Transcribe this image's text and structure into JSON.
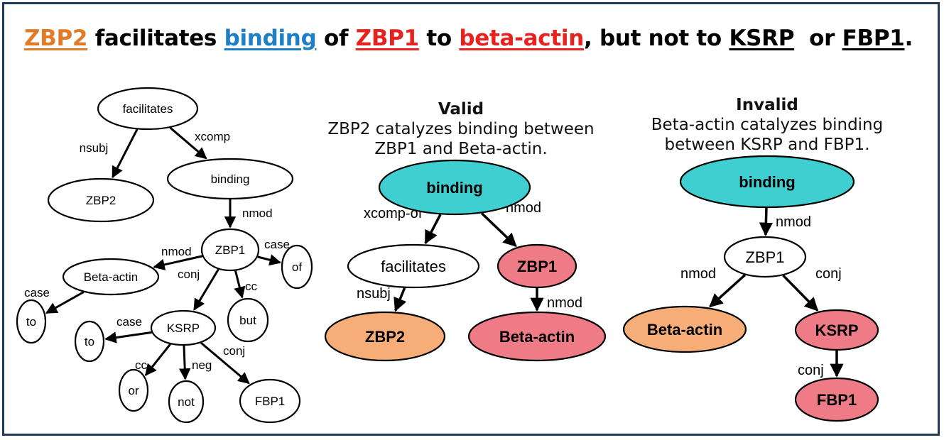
{
  "headline": [
    {
      "text": "ZBP2",
      "color": "#e07b2a",
      "underline": true
    },
    {
      "text": " facilitates ",
      "color": "#000000",
      "underline": false
    },
    {
      "text": "binding",
      "color": "#1f7fc4",
      "underline": true
    },
    {
      "text": " of ",
      "color": "#000000",
      "underline": false
    },
    {
      "text": "ZBP1",
      "color": "#e8231f",
      "underline": true
    },
    {
      "text": " to ",
      "color": "#000000",
      "underline": false
    },
    {
      "text": "beta-actin",
      "color": "#e8231f",
      "underline": true
    },
    {
      "text": ", but not to ",
      "color": "#000000",
      "underline": false
    },
    {
      "text": "KSRP",
      "color": "#000000",
      "underline": true
    },
    {
      "text": "  or ",
      "color": "#000000",
      "underline": false
    },
    {
      "text": "FBP1",
      "color": "#000000",
      "underline": true
    },
    {
      "text": ".",
      "color": "#000000",
      "underline": false
    }
  ],
  "valid_panel": {
    "title": "Valid",
    "line1": "ZBP2 catalyzes binding between",
    "line2": "ZBP1 and Beta-actin."
  },
  "invalid_panel": {
    "title": "Invalid",
    "line1": "Beta-actin catalyzes binding",
    "line2": "between KSRP and FBP1."
  },
  "colors": {
    "teal": "#40cfd0",
    "orange": "#f6ad78",
    "pink": "#ee7b86",
    "white": "#ffffff",
    "frame": "#1f3b5a"
  },
  "graphs": {
    "parse_tree": {
      "nodes": [
        {
          "id": "facilitates",
          "label": "facilitates",
          "fill": "white",
          "bold": false
        },
        {
          "id": "binding",
          "label": "binding",
          "fill": "white",
          "bold": false
        },
        {
          "id": "zbp2",
          "label": "ZBP2",
          "fill": "white",
          "bold": false
        },
        {
          "id": "zbp1",
          "label": "ZBP1",
          "fill": "white",
          "bold": false
        },
        {
          "id": "of",
          "label": "of",
          "fill": "white",
          "bold": false
        },
        {
          "id": "betaactin",
          "label": "Beta-actin",
          "fill": "white",
          "bold": false
        },
        {
          "id": "but",
          "label": "but",
          "fill": "white",
          "bold": false
        },
        {
          "id": "to1",
          "label": "to",
          "fill": "white",
          "bold": false
        },
        {
          "id": "ksrp",
          "label": "KSRP",
          "fill": "white",
          "bold": false
        },
        {
          "id": "to2",
          "label": "to",
          "fill": "white",
          "bold": false
        },
        {
          "id": "or",
          "label": "or",
          "fill": "white",
          "bold": false
        },
        {
          "id": "not",
          "label": "not",
          "fill": "white",
          "bold": false
        },
        {
          "id": "fbp1",
          "label": "FBP1",
          "fill": "white",
          "bold": false
        }
      ],
      "edges": [
        {
          "from": "facilitates",
          "to": "zbp2",
          "label": "nsubj"
        },
        {
          "from": "facilitates",
          "to": "binding",
          "label": "xcomp"
        },
        {
          "from": "binding",
          "to": "zbp1",
          "label": "nmod"
        },
        {
          "from": "zbp1",
          "to": "betaactin",
          "label": "nmod"
        },
        {
          "from": "zbp1",
          "to": "of",
          "label": "case"
        },
        {
          "from": "zbp1",
          "to": "but",
          "label": "cc"
        },
        {
          "from": "zbp1",
          "to": "ksrp",
          "label": "conj"
        },
        {
          "from": "betaactin",
          "to": "to1",
          "label": "case"
        },
        {
          "from": "ksrp",
          "to": "to2",
          "label": "case"
        },
        {
          "from": "ksrp",
          "to": "or",
          "label": "cc"
        },
        {
          "from": "ksrp",
          "to": "not",
          "label": "neg"
        },
        {
          "from": "ksrp",
          "to": "fbp1",
          "label": "conj"
        }
      ]
    },
    "valid_graph": {
      "nodes": [
        {
          "id": "binding",
          "label": "binding",
          "fill": "teal",
          "bold": true
        },
        {
          "id": "facilitates",
          "label": "facilitates",
          "fill": "white",
          "bold": false
        },
        {
          "id": "zbp1",
          "label": "ZBP1",
          "fill": "pink",
          "bold": true
        },
        {
          "id": "zbp2",
          "label": "ZBP2",
          "fill": "orange",
          "bold": true
        },
        {
          "id": "betaactin",
          "label": "Beta-actin",
          "fill": "pink",
          "bold": true
        }
      ],
      "edges": [
        {
          "from": "binding",
          "to": "facilitates",
          "label": "xcomp-of"
        },
        {
          "from": "binding",
          "to": "zbp1",
          "label": "nmod"
        },
        {
          "from": "facilitates",
          "to": "zbp2",
          "label": "nsubj"
        },
        {
          "from": "zbp1",
          "to": "betaactin",
          "label": "nmod"
        }
      ]
    },
    "invalid_graph": {
      "nodes": [
        {
          "id": "binding",
          "label": "binding",
          "fill": "teal",
          "bold": true
        },
        {
          "id": "zbp1",
          "label": "ZBP1",
          "fill": "white",
          "bold": false
        },
        {
          "id": "betaactin",
          "label": "Beta-actin",
          "fill": "orange",
          "bold": true
        },
        {
          "id": "ksrp",
          "label": "KSRP",
          "fill": "pink",
          "bold": true
        },
        {
          "id": "fbp1",
          "label": "FBP1",
          "fill": "pink",
          "bold": true
        }
      ],
      "edges": [
        {
          "from": "binding",
          "to": "zbp1",
          "label": "nmod"
        },
        {
          "from": "zbp1",
          "to": "betaactin",
          "label": "nmod"
        },
        {
          "from": "zbp1",
          "to": "ksrp",
          "label": "conj"
        },
        {
          "from": "ksrp",
          "to": "fbp1",
          "label": "conj"
        }
      ]
    }
  }
}
